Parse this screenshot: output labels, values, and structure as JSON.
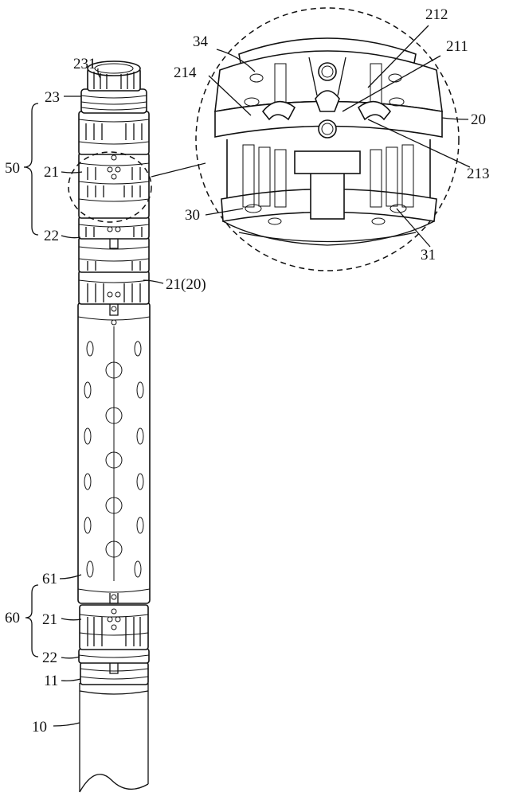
{
  "figure": {
    "labels": {
      "l231": "231",
      "l23": "23",
      "l50": "50",
      "l21a": "21",
      "l22a": "22",
      "l21_20": "21(20)",
      "l61": "61",
      "l60": "60",
      "l21b": "21",
      "l22b": "22",
      "l11": "11",
      "l10": "10",
      "l34": "34",
      "l214": "214",
      "l212": "212",
      "l211": "211",
      "l20": "20",
      "l213": "213",
      "l30": "30",
      "l31": "31"
    }
  }
}
